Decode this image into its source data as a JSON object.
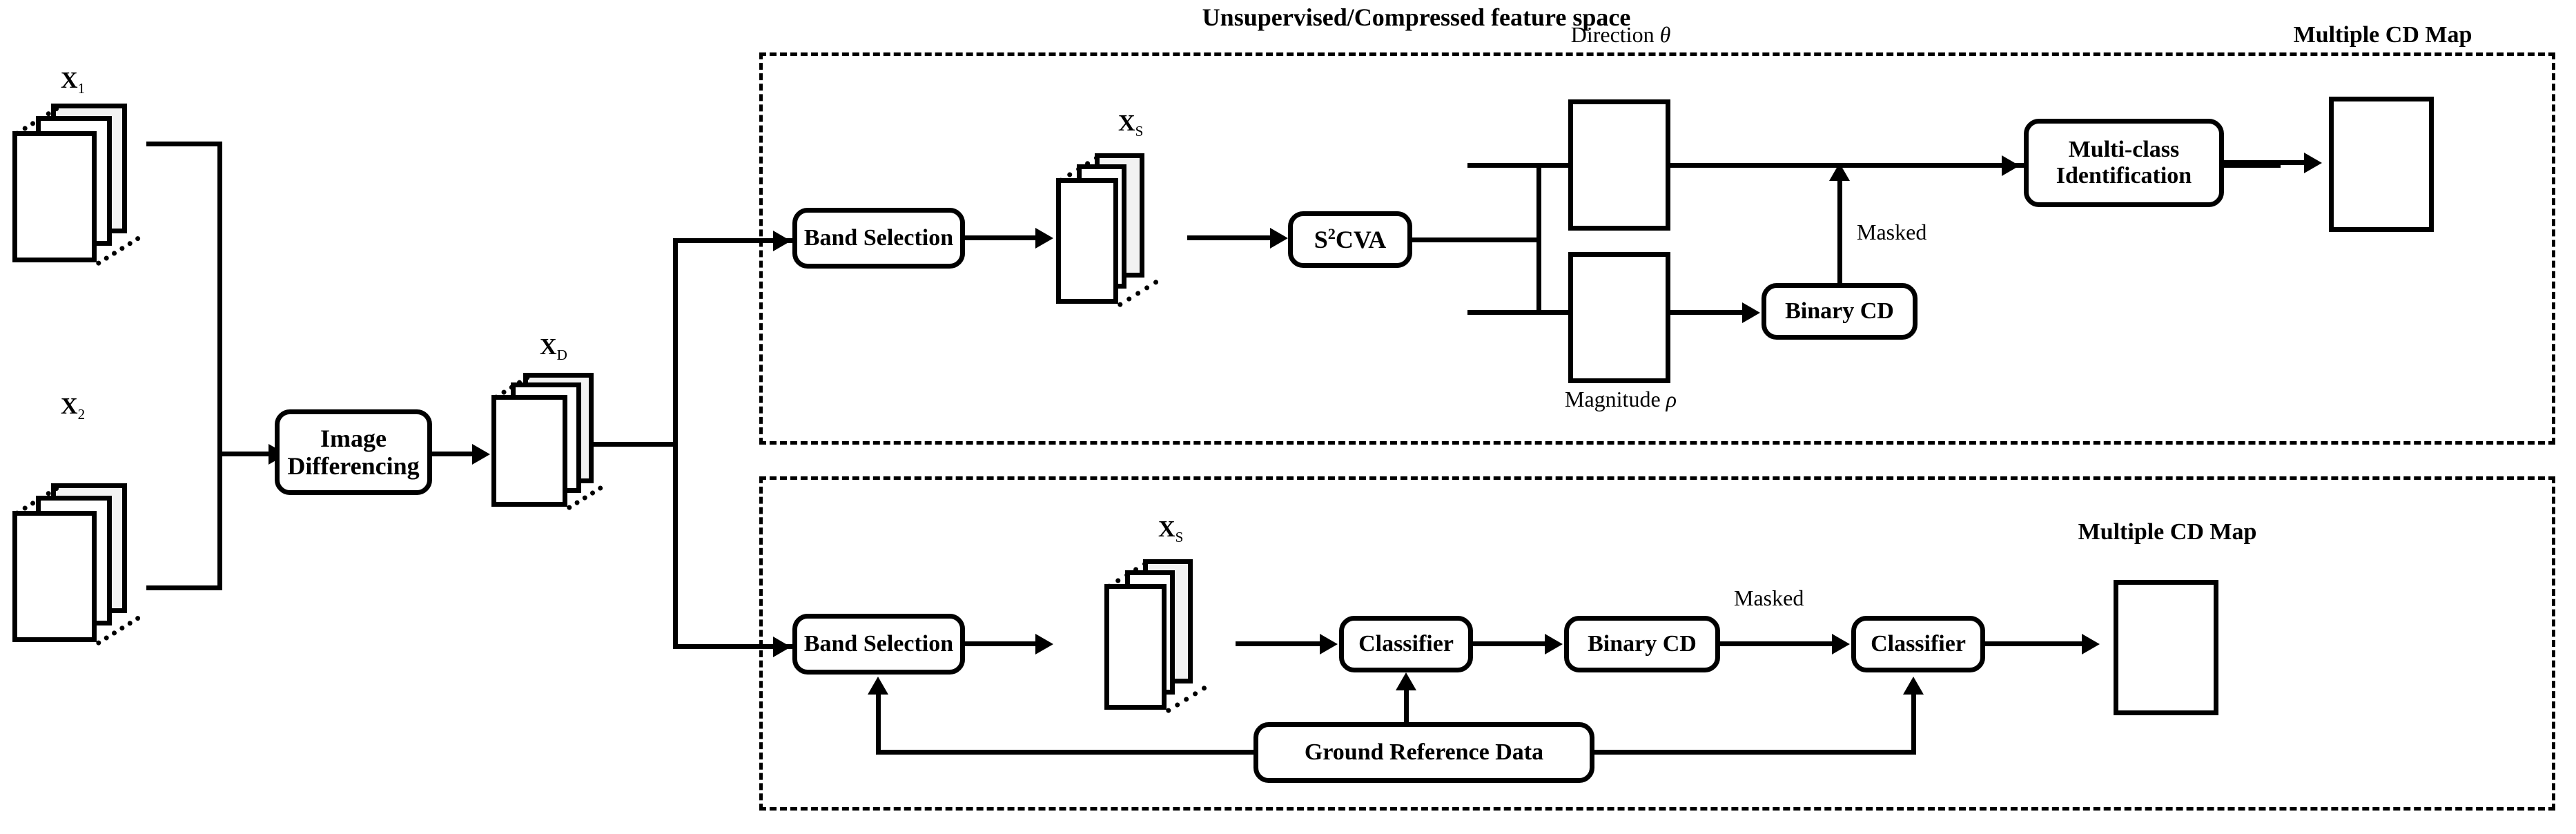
{
  "diagram": {
    "title_top": "Unsupervised/Compressed feature space",
    "inputs": [
      {
        "id": "x1",
        "label_main": "X",
        "label_sub": "1"
      },
      {
        "id": "x2",
        "label_main": "X",
        "label_sub": "2"
      }
    ],
    "image_differencing": {
      "label_line1": "Image",
      "label_line2": "Differencing"
    },
    "difference_cube": {
      "label_main": "X",
      "label_sub": "D"
    },
    "upper_branch": {
      "band_selection": "Band Selection",
      "selected_cube": {
        "label_main": "X",
        "label_sub": "S"
      },
      "s2cva": {
        "label_pre": "S",
        "label_sup": "2",
        "label_post": "CVA"
      },
      "direction": {
        "prefix": "Direction",
        "symbol": "θ"
      },
      "magnitude": {
        "prefix": "Magnitude",
        "symbol": "ρ"
      },
      "binary_cd": "Binary CD",
      "masked": "Masked",
      "multi_class": {
        "label_line1": "Multi-class",
        "label_line2": "Identification"
      },
      "output_caption": "Multiple CD Map"
    },
    "lower_branch": {
      "band_selection": "Band Selection",
      "selected_cube": {
        "label_main": "X",
        "label_sub": "S"
      },
      "classifier_1": "Classifier",
      "binary_cd": "Binary CD",
      "masked": "Masked",
      "classifier_2": "Classifier",
      "ground_reference": "Ground Reference Data",
      "output_caption": "Multiple CD Map"
    },
    "colors": {
      "stroke": "#000000",
      "fill": "#ffffff",
      "cube_back_fill": "#f2f2f2",
      "background": "#ffffff"
    }
  }
}
